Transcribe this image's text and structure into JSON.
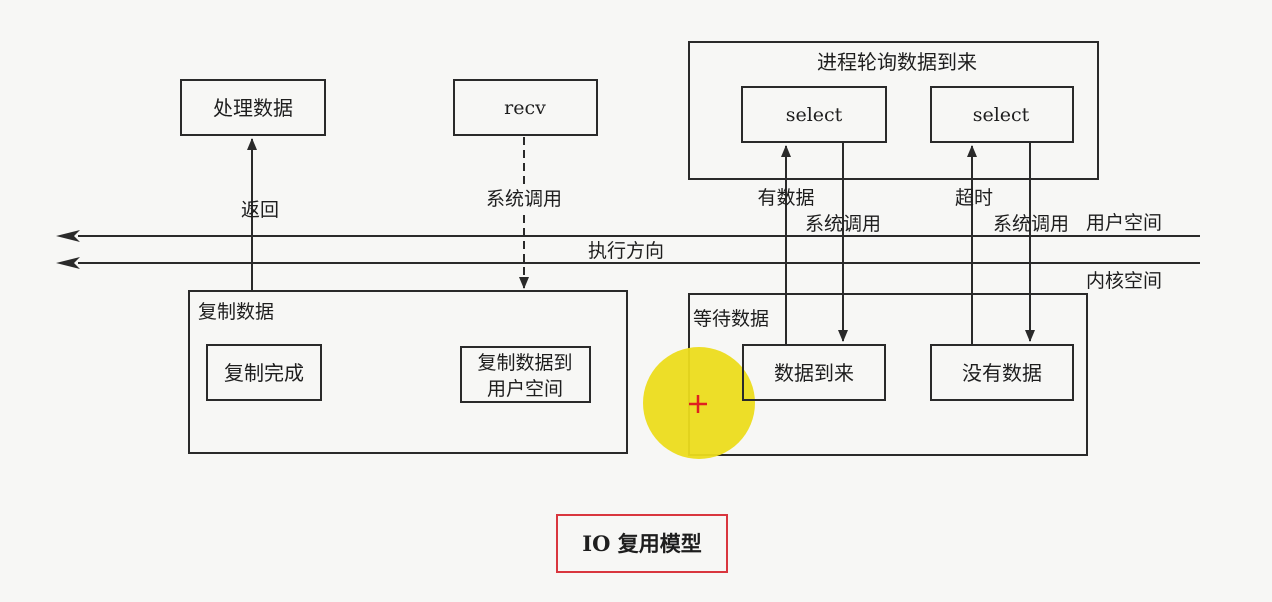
{
  "diagram": {
    "user_space_label": "用户空间",
    "kernel_space_label": "内核空间",
    "execution_direction_label": "执行方向",
    "left_flow": {
      "process_data_label": "处理数据",
      "return_label": "返回",
      "recv_label": "recv",
      "syscall_label": "系统调用",
      "copy_data_group_label": "复制数据",
      "copy_complete_label": "复制完成",
      "copy_to_user_line1": "复制数据到",
      "copy_to_user_line2": "用户空间"
    },
    "right_flow": {
      "polling_group_label": "进程轮询数据到来",
      "select_1_label": "select",
      "select_2_label": "select",
      "has_data_label": "有数据",
      "timeout_label": "超时",
      "syscall_1_label": "系统调用",
      "syscall_2_label": "系统调用",
      "wait_data_group_label": "等待数据",
      "data_arrived_label": "数据到来",
      "no_data_label": "没有数据"
    },
    "caption": "IO 复用模型",
    "cursor_highlight_color": "#ecdc1c",
    "cursor_color": "#e02020",
    "caption_border_color": "#d9363e"
  }
}
